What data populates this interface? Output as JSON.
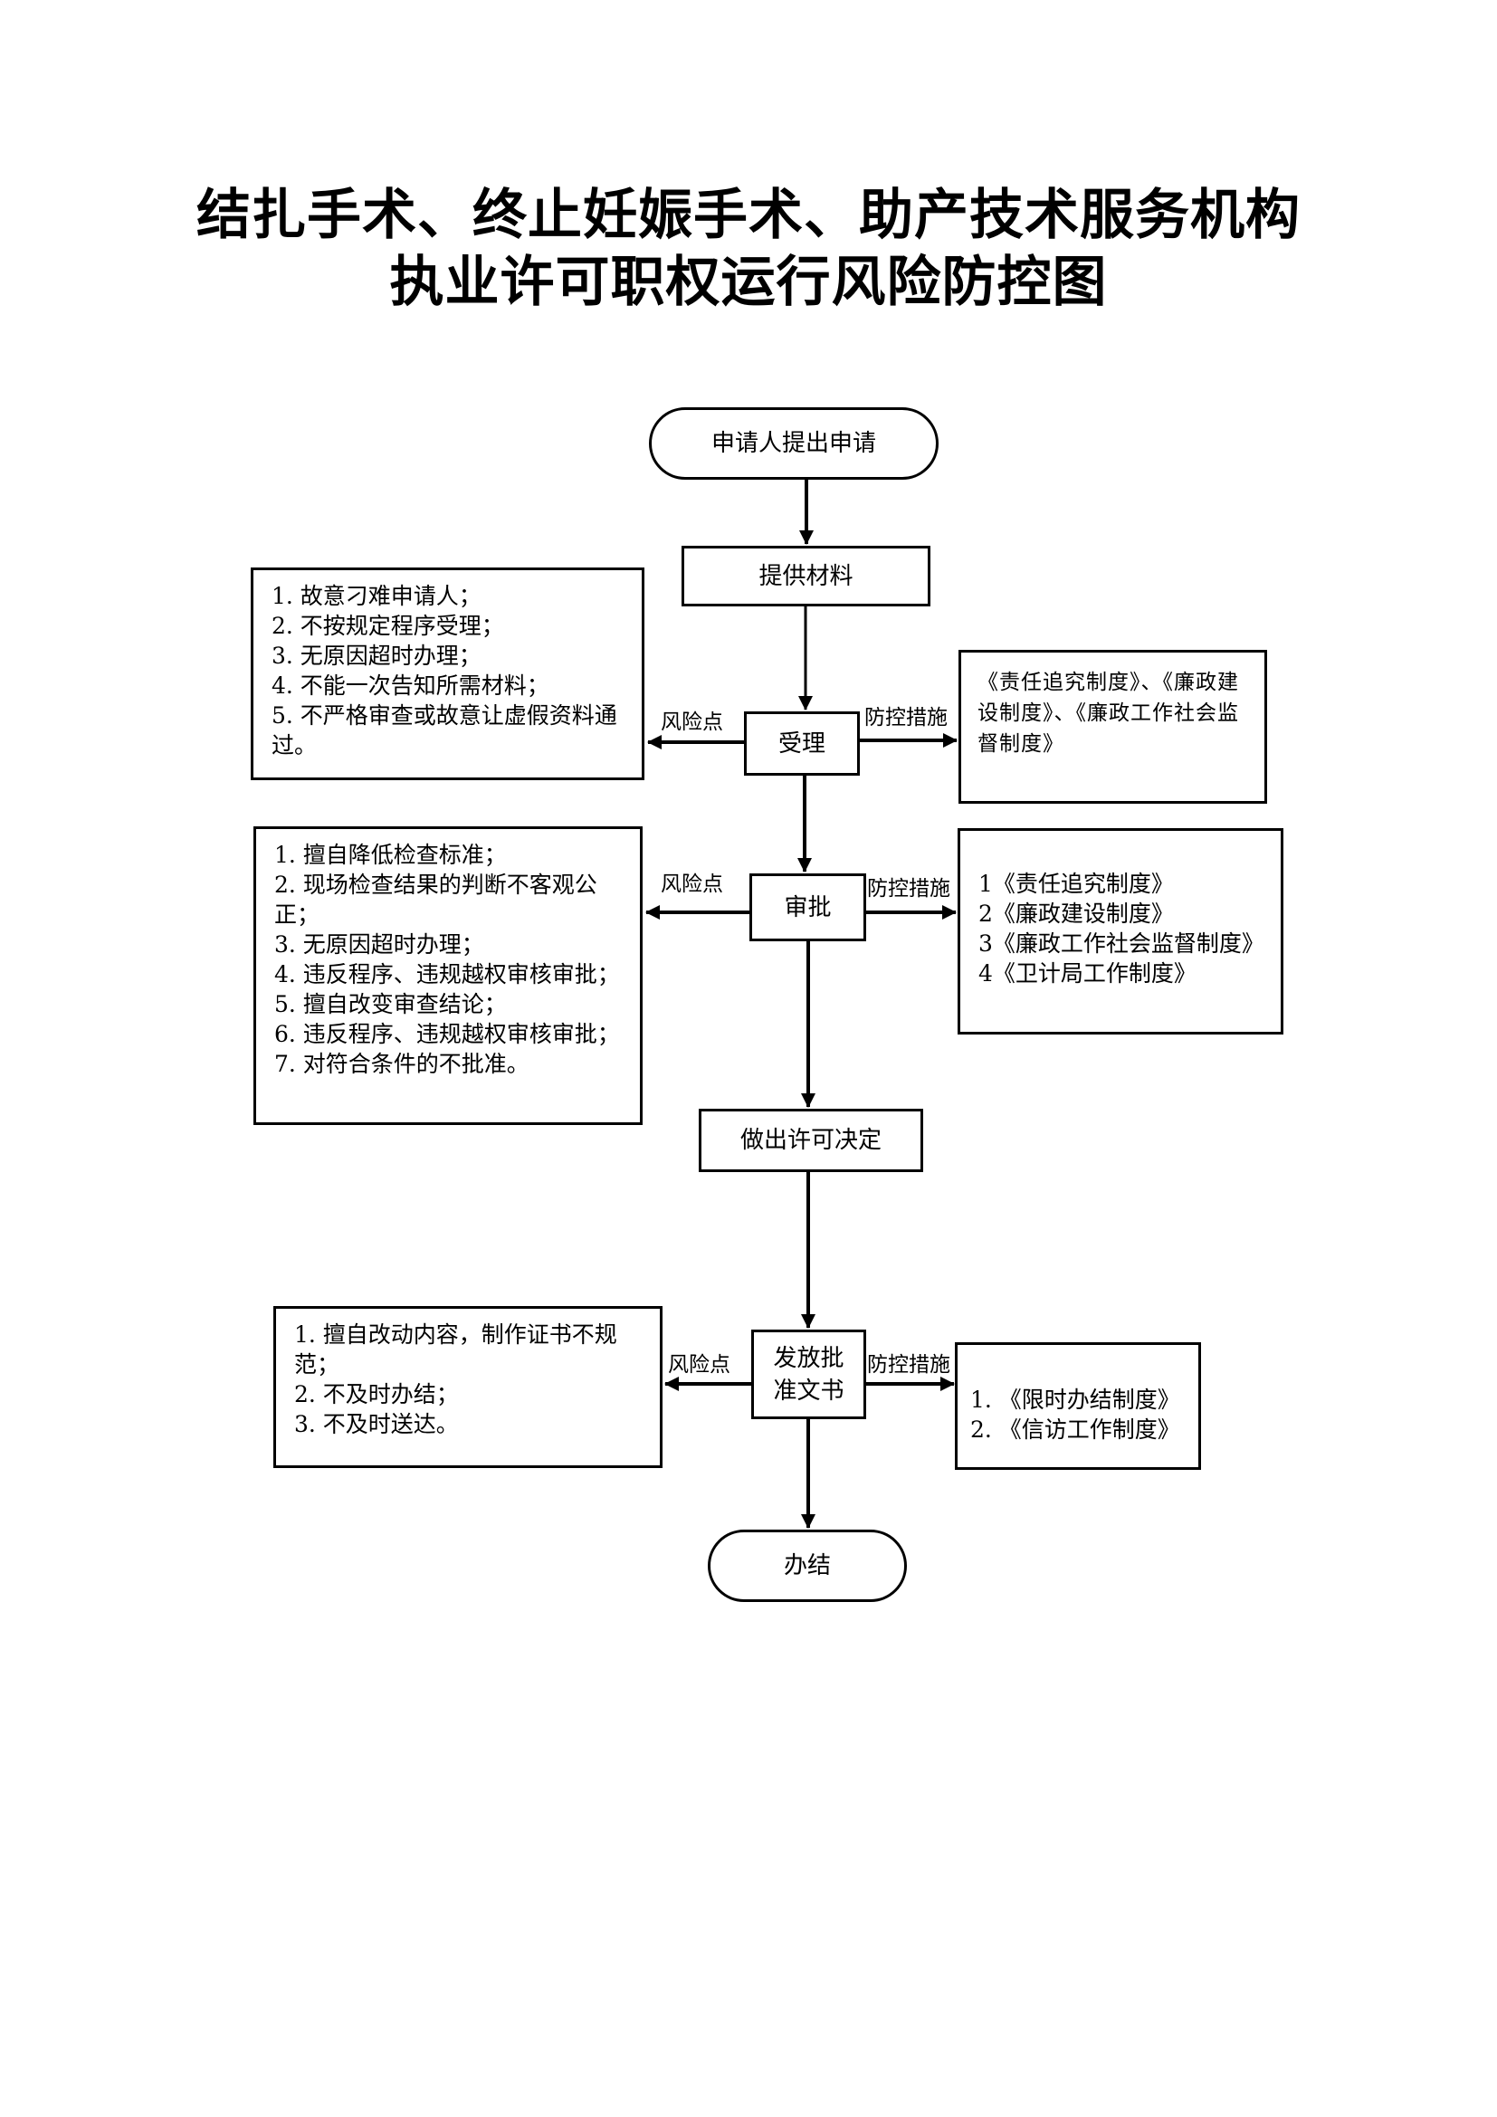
{
  "title": {
    "line1": "结扎手术、终止妊娠手术、助产技术服务机构",
    "line2": "执业许可职权运行风险防控图"
  },
  "flow": {
    "start": "申请人提出申请",
    "provide_materials": "提供材料",
    "accept": "受理",
    "review": "审批",
    "decision": "做出许可决定",
    "issue": "发放批准文书",
    "end": "办结"
  },
  "labels": {
    "risk_point": "风险点",
    "control_measures": "防控措施"
  },
  "accept_stage": {
    "risks": [
      "1. 故意刁难申请人；",
      "2. 不按规定程序受理；",
      "3. 无原因超时办理；",
      "4. 不能一次告知所需材料；",
      "5. 不严格审查或故意让虚假资料通过。"
    ],
    "measures": "《责任追究制度》、《廉政建设制度》、《廉政工作社会监督制度》"
  },
  "review_stage": {
    "risks": [
      "1. 擅自降低检查标准；",
      "2. 现场检查结果的判断不客观公正；",
      "3. 无原因超时办理；",
      "4. 违反程序、违规越权审核审批；",
      "5. 擅自改变审查结论；",
      "6. 违反程序、违规越权审核审批；",
      "7. 对符合条件的不批准。"
    ],
    "measures": [
      "1《责任追究制度》",
      "2《廉政建设制度》",
      "3《廉政工作社会监督制度》",
      "4《卫计局工作制度》"
    ]
  },
  "issue_stage": {
    "risks": [
      "1. 擅自改动内容，制作证书不规范；",
      "2. 不及时办结；",
      "3. 不及时送达。"
    ],
    "measures": [
      "1. 《限时办结制度》",
      "2. 《信访工作制度》"
    ]
  }
}
